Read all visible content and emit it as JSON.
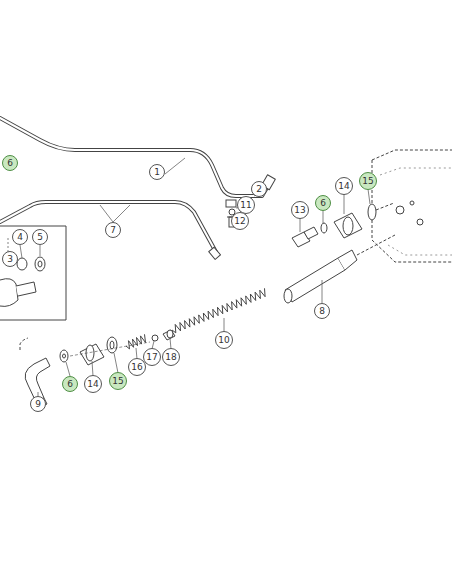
{
  "diagram": {
    "labels": [
      "6",
      "1",
      "2",
      "11",
      "12",
      "7",
      "13",
      "6",
      "14",
      "15",
      "4",
      "5",
      "3",
      "8",
      "10",
      "9",
      "6",
      "14",
      "15",
      "16",
      "17",
      "18"
    ]
  }
}
